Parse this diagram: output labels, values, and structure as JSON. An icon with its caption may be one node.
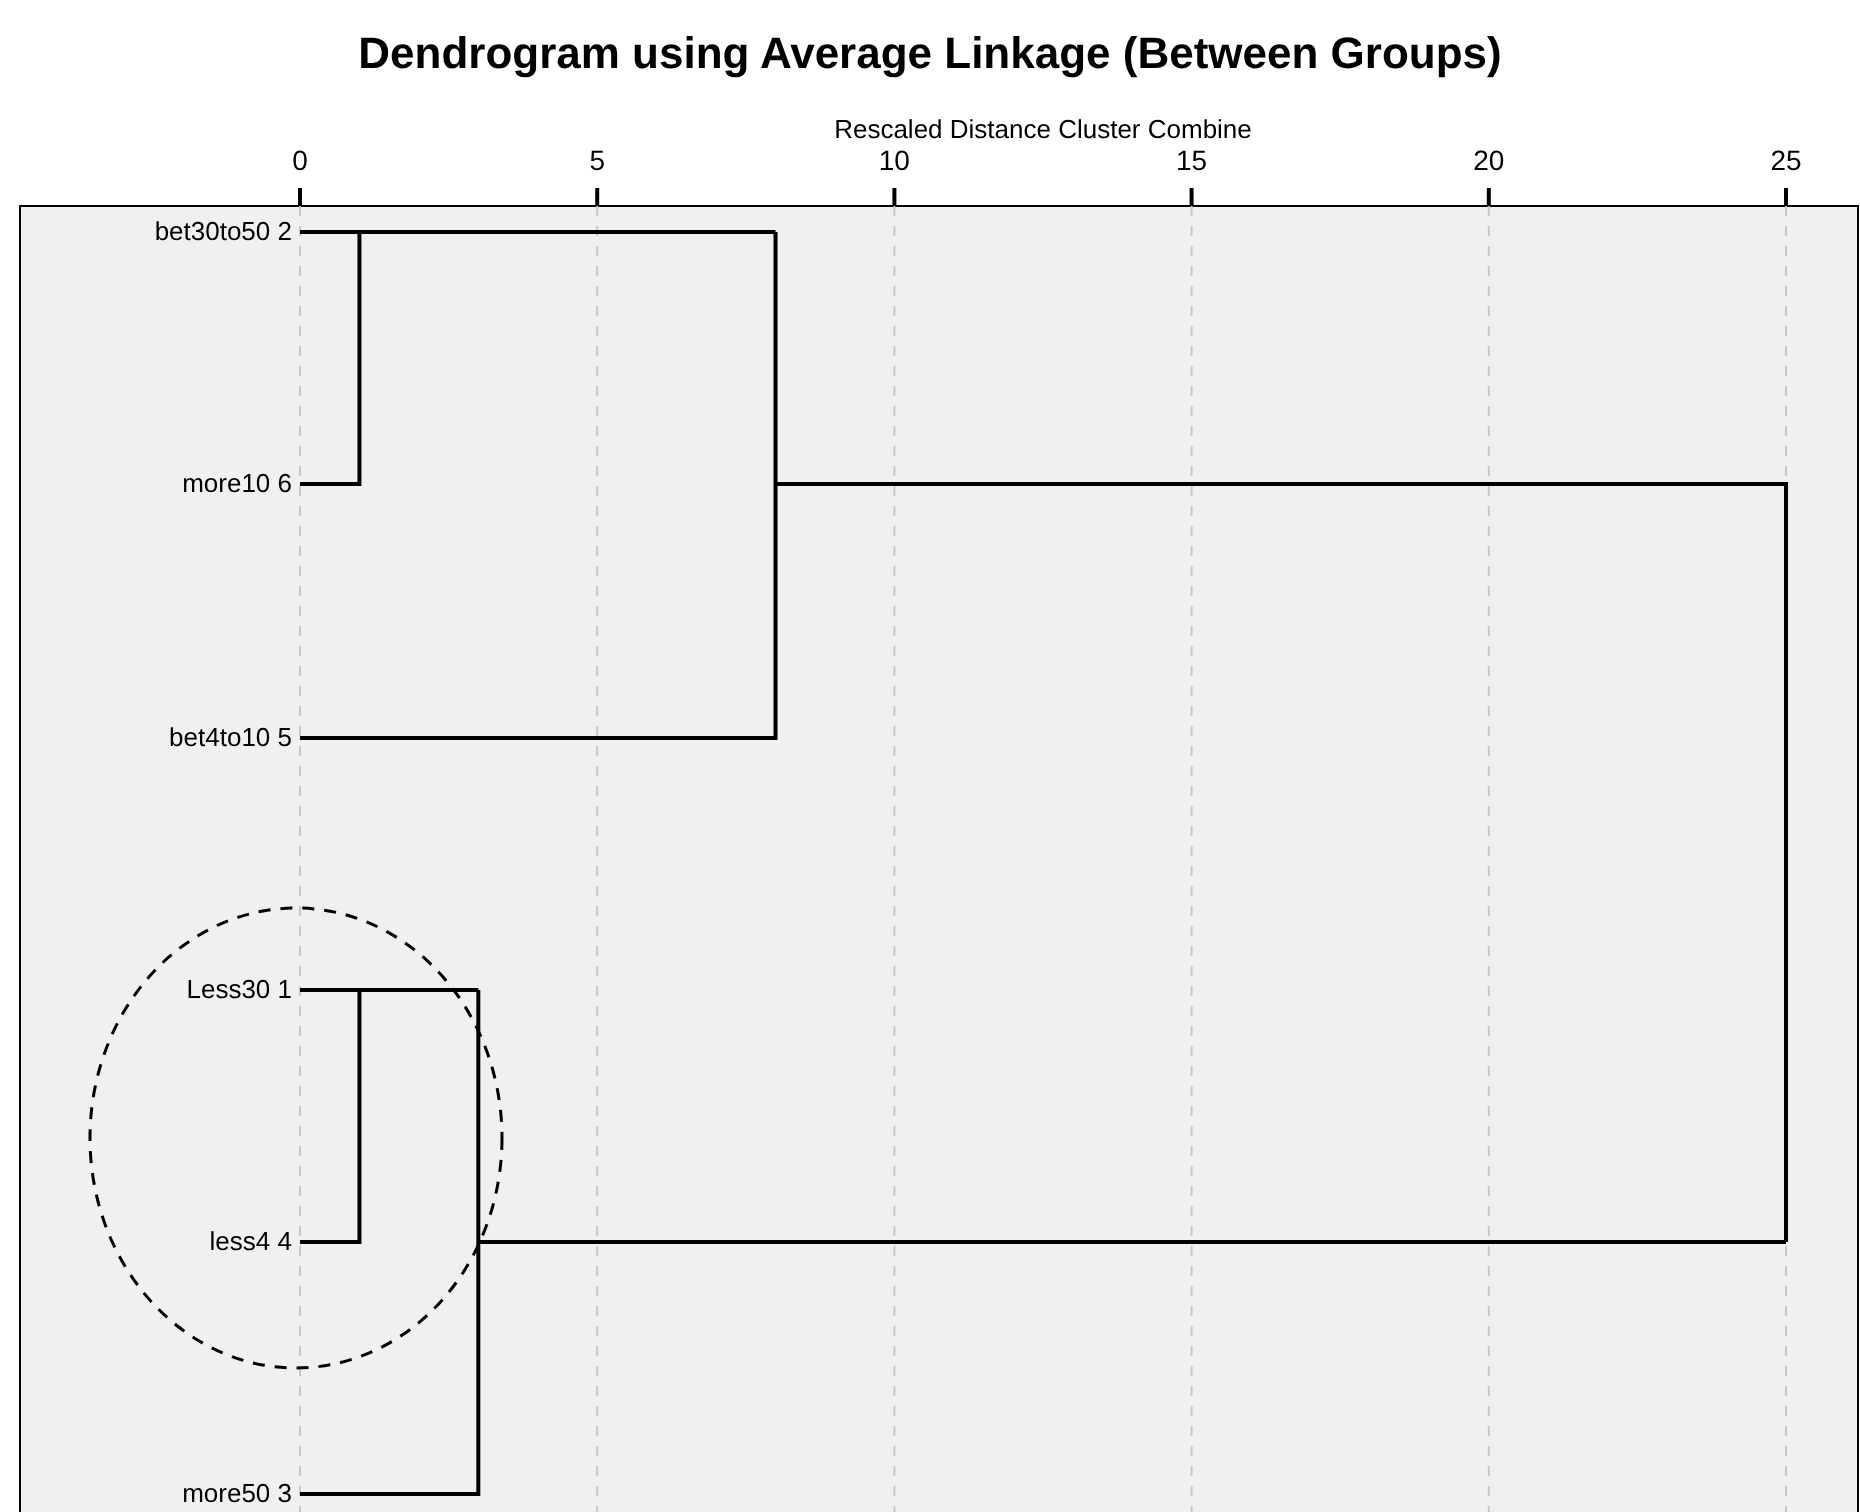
{
  "diagram": {
    "title": "Dendrogram using Average Linkage (Between Groups)",
    "labels": [
      "Rescaled Distance Cluster Combine",
      "0",
      "5",
      "10",
      "15",
      "20",
      "25",
      "bet30to50 2",
      "more10 6",
      "bet4to10 5",
      "Less30 1",
      "less4 4",
      "more50 3"
    ]
  }
}
